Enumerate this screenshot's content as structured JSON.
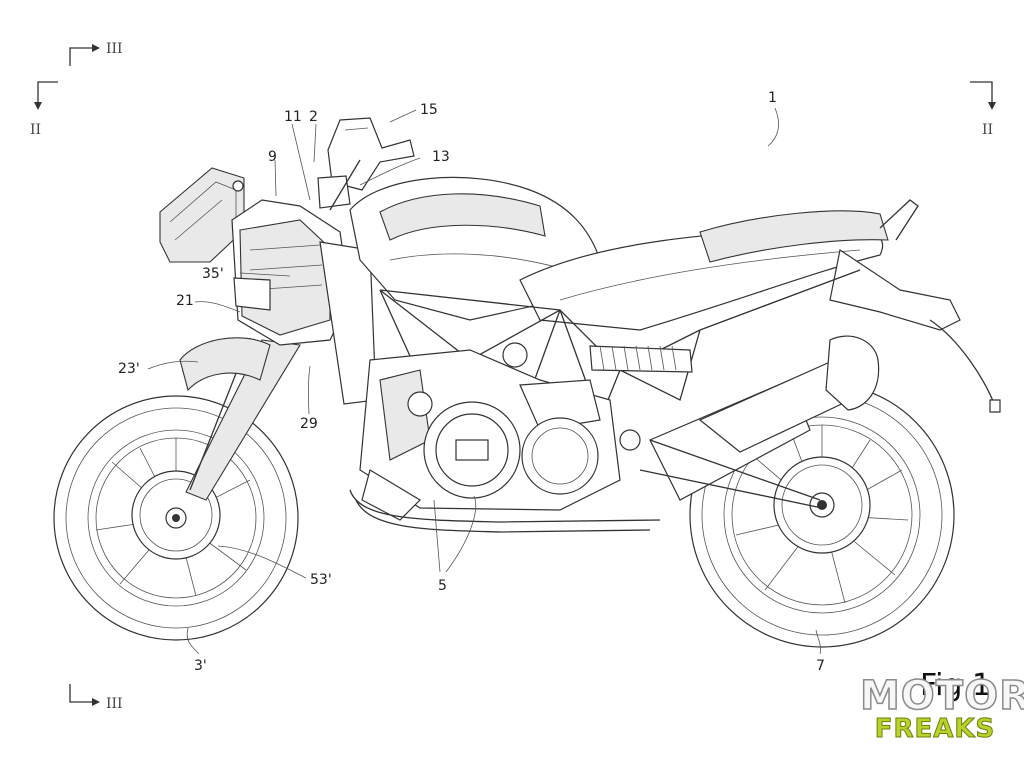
{
  "figure": {
    "title": "Fig 1"
  },
  "section_marks": {
    "top_left": "III",
    "bottom_left": "III",
    "left": "II",
    "right": "II"
  },
  "callouts": {
    "c1": "1",
    "c2": "2",
    "c3": "3'",
    "c5": "5",
    "c7": "7",
    "c9": "9",
    "c11": "11",
    "c13": "13",
    "c15": "15",
    "c21": "21",
    "c23": "23'",
    "c29": "29",
    "c35": "35'",
    "c53": "53'"
  },
  "watermark": {
    "line1": "MOTOR",
    "line2": "FREAKS"
  }
}
